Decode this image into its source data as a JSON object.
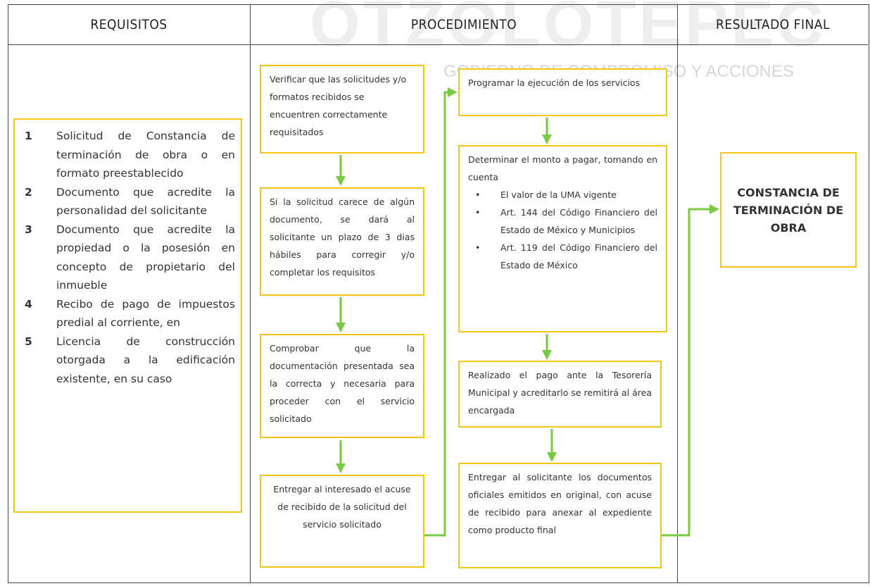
{
  "watermark": {
    "brand": "OTZOLOTEPEC",
    "slogan": "GOBIERNO DE COMPROMISO Y ACCIONES"
  },
  "columns": {
    "requisitos": "REQUISITOS",
    "procedimiento": "PROCEDIMIENTO",
    "resultado": "RESULTADO FINAL"
  },
  "requisitos": [
    {
      "num": "1",
      "text": "Solicitud de Constancia de terminación de obra o en formato preestablecido"
    },
    {
      "num": "2",
      "text": "Documento que acredite la personalidad del solicitante"
    },
    {
      "num": "3",
      "text": "Documento que acredite la propiedad o la posesión en concepto de propietario del inmueble"
    },
    {
      "num": "4",
      "text": "Recibo de pago de impuestos predial al corriente, en"
    },
    {
      "num": "5",
      "text": "Licencia de construcción otorgada a la edificación existente, en su caso"
    }
  ],
  "procedimiento": {
    "step1": "Verificar que las solicitudes y/o formatos recibidos se encuentren correctamente requisitados",
    "step2": "Si la solicitud carece de algún documento, se dará al solicitante un plazo de 3 dias hábiles para corregir y/o completar los requisitos",
    "step3": "Comprobar que la documentación presentada sea la correcta y necesaria para proceder con el servicio solicitado",
    "step4": "Entregar al interesado el acuse de recibido de la solicitud del servicio solicitado",
    "step5": "Programar la ejecución de los servicios",
    "step6": {
      "intro": "Determinar el monto a pagar, tomando en cuenta",
      "bullets": [
        "El valor de la UMA vigente",
        "Art. 144 del Código Financiero del Estado de México y Municipios",
        "Art. 119 del Código Financiero del Estado de México"
      ]
    },
    "step7": "Realizado el pago ante la Tesorería Municipal y acreditarlo se remitirá al área encargada",
    "step8": "Entregar al solicitante los documentos oficiales emitidos en original, con acuse de recibido para anexar al expediente como producto final"
  },
  "resultado_final": "CONSTANCIA DE TERMINACIÓN DE OBRA",
  "colors": {
    "box_border": "#f5c518",
    "arrow": "#7ac943",
    "grid_line": "#444444"
  }
}
